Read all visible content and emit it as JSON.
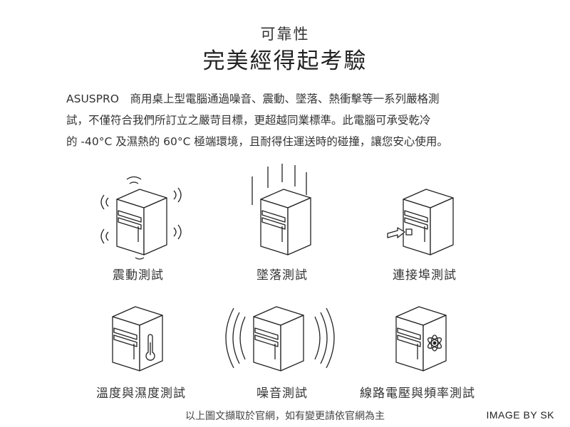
{
  "header": {
    "subtitle": "可靠性",
    "title": "完美經得起考驗"
  },
  "description": {
    "lines": [
      "ASUSPRO　商用桌上型電腦通過噪音、震動、墜落、熱衝擊等一系列嚴格測",
      "試，不僅符合我們所訂立之嚴苛目標，更超越同業標準。此電腦可承受乾冷",
      "的 -40°C 及濕熱的 60°C 極端環境，且耐得住運送時的碰撞，讓您安心使用。"
    ]
  },
  "tests": [
    {
      "label": "震動測試",
      "icon": "vibration-test-icon"
    },
    {
      "label": "墜落測試",
      "icon": "drop-test-icon"
    },
    {
      "label": "連接埠測試",
      "icon": "port-test-icon"
    },
    {
      "label": "溫度與濕度測試",
      "icon": "temperature-humidity-test-icon"
    },
    {
      "label": "噪音測試",
      "icon": "noise-test-icon"
    },
    {
      "label": "線路電壓與頻率測試",
      "icon": "voltage-frequency-test-icon"
    }
  ],
  "footer": {
    "note": "以上圖文擷取於官網，如有變更請依官網為主",
    "credit": "IMAGE BY SK"
  }
}
